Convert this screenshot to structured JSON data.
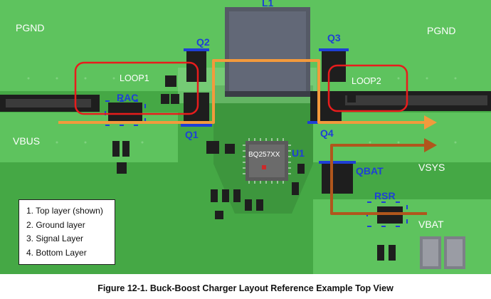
{
  "labels": {
    "pgnd_left": "PGND",
    "pgnd_right": "PGND",
    "vbus": "VBUS",
    "vsys": "VSYS",
    "vbat": "VBAT",
    "l1": "L1",
    "q1": "Q1",
    "q2": "Q2",
    "q3": "Q3",
    "q4": "Q4",
    "qbat": "QBAT",
    "rac": "RAC",
    "rsr": "RSR",
    "u1": "U1",
    "chip": "BQ257XX",
    "loop1": "LOOP1",
    "loop2": "LOOP2"
  },
  "legend": {
    "items": [
      "1. Top layer (shown)",
      "2. Ground layer",
      "3. Signal Layer",
      "4. Bottom Layer"
    ]
  },
  "caption": "Figure 12-1. Buck-Boost Charger Layout Reference Example Top View",
  "colors": {
    "board": "#45a845",
    "plane": "#5ec35e",
    "copper_light": "#8bd48b",
    "component": "#1e1e1e",
    "inductor": "#555a66",
    "orange_path": "#f39a3c",
    "brown_path": "#b0561c",
    "loop_box": "#e81c1c",
    "blue_label": "#1e3fd6"
  }
}
